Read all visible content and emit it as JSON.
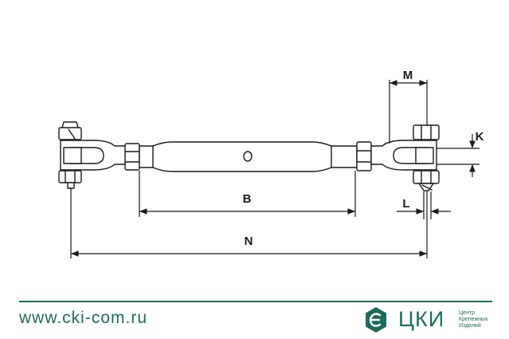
{
  "dimensions": {
    "m": "M",
    "k": "K",
    "b": "B",
    "l": "L",
    "n": "N"
  },
  "footer": {
    "website": "www.cki-com.ru",
    "logo_name": "ЦКИ",
    "logo_subtitle": [
      "Центр",
      "Крепежных",
      "Изделий"
    ],
    "accent_color": "#1f6b5b",
    "logo_icon": "e-hexagon-icon"
  }
}
